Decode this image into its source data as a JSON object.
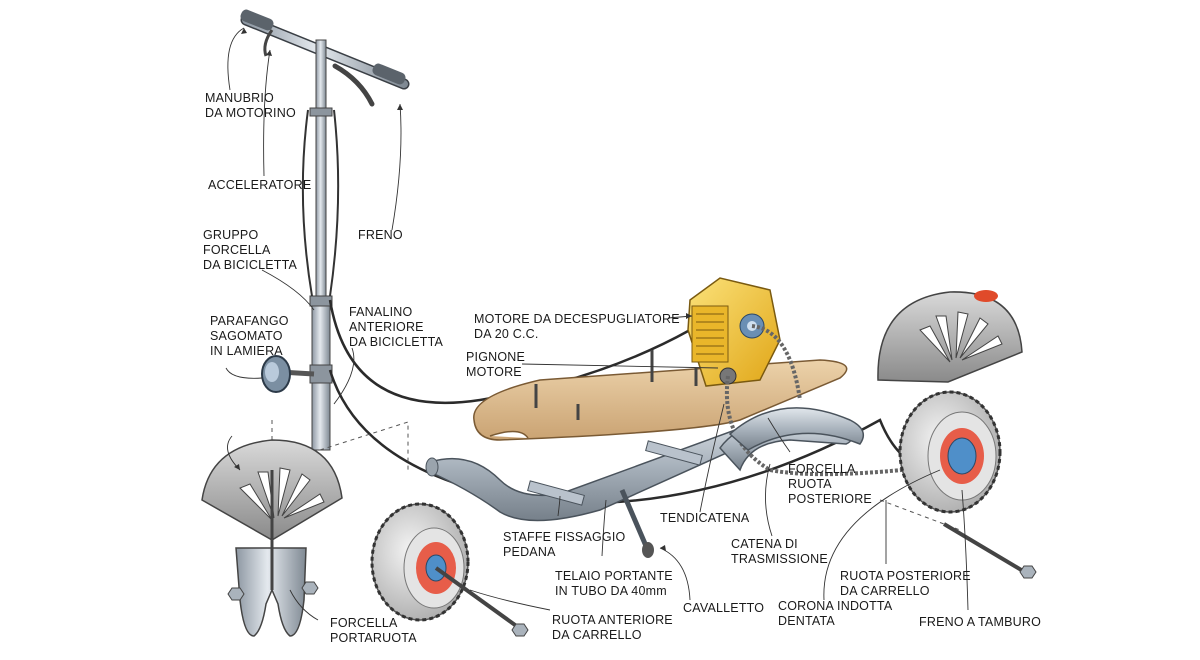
{
  "labels": {
    "manubrio": [
      "MANUBRIO",
      "DA MOTORINO"
    ],
    "acceleratore": [
      "ACCELERATORE"
    ],
    "freno": [
      "FRENO"
    ],
    "gruppo_forcella": [
      "GRUPPO",
      "FORCELLA",
      "DA BICICLETTA"
    ],
    "parafango": [
      "PARAFANGO",
      "SAGOMATO",
      "IN LAMIERA"
    ],
    "fanalino": [
      "FANALINO",
      "ANTERIORE",
      "DA BICICLETTA"
    ],
    "motore": [
      "MOTORE DA DECESPUGLIATORE",
      "DA 20 C.C."
    ],
    "pignone": [
      "PIGNONE",
      "MOTORE"
    ],
    "forcella_ruota_posteriore": [
      "FORCELLA",
      "RUOTA",
      "POSTERIORE"
    ],
    "tendicatena": [
      "TENDICATENA"
    ],
    "staffe": [
      "STAFFE FISSAGGIO",
      "PEDANA"
    ],
    "catena": [
      "CATENA DI",
      "TRASMISSIONE"
    ],
    "telaio": [
      "TELAIO PORTANTE",
      "IN TUBO DA 40mm"
    ],
    "ruota_posteriore": [
      "RUOTA POSTERIORE",
      "DA CARRELLO"
    ],
    "cavalletto": [
      "CAVALLETTO"
    ],
    "corona": [
      "CORONA INDOTTA",
      "DENTATA"
    ],
    "freno_tamburo": [
      "FRENO A TAMBURO"
    ],
    "ruota_anteriore": [
      "RUOTA ANTERIORE",
      "DA CARRELLO"
    ],
    "forcella_portaruota": [
      "FORCELLA",
      "PORTARUOTA"
    ]
  },
  "colors": {
    "engine": "#f2c12e",
    "deck": "#dcb98a",
    "metal": "#b9c2cc",
    "tire": "#d8d8d8",
    "hub_red": "#e8452e",
    "hub_blue": "#4f8fc9",
    "reflector": "#e04a2a"
  }
}
